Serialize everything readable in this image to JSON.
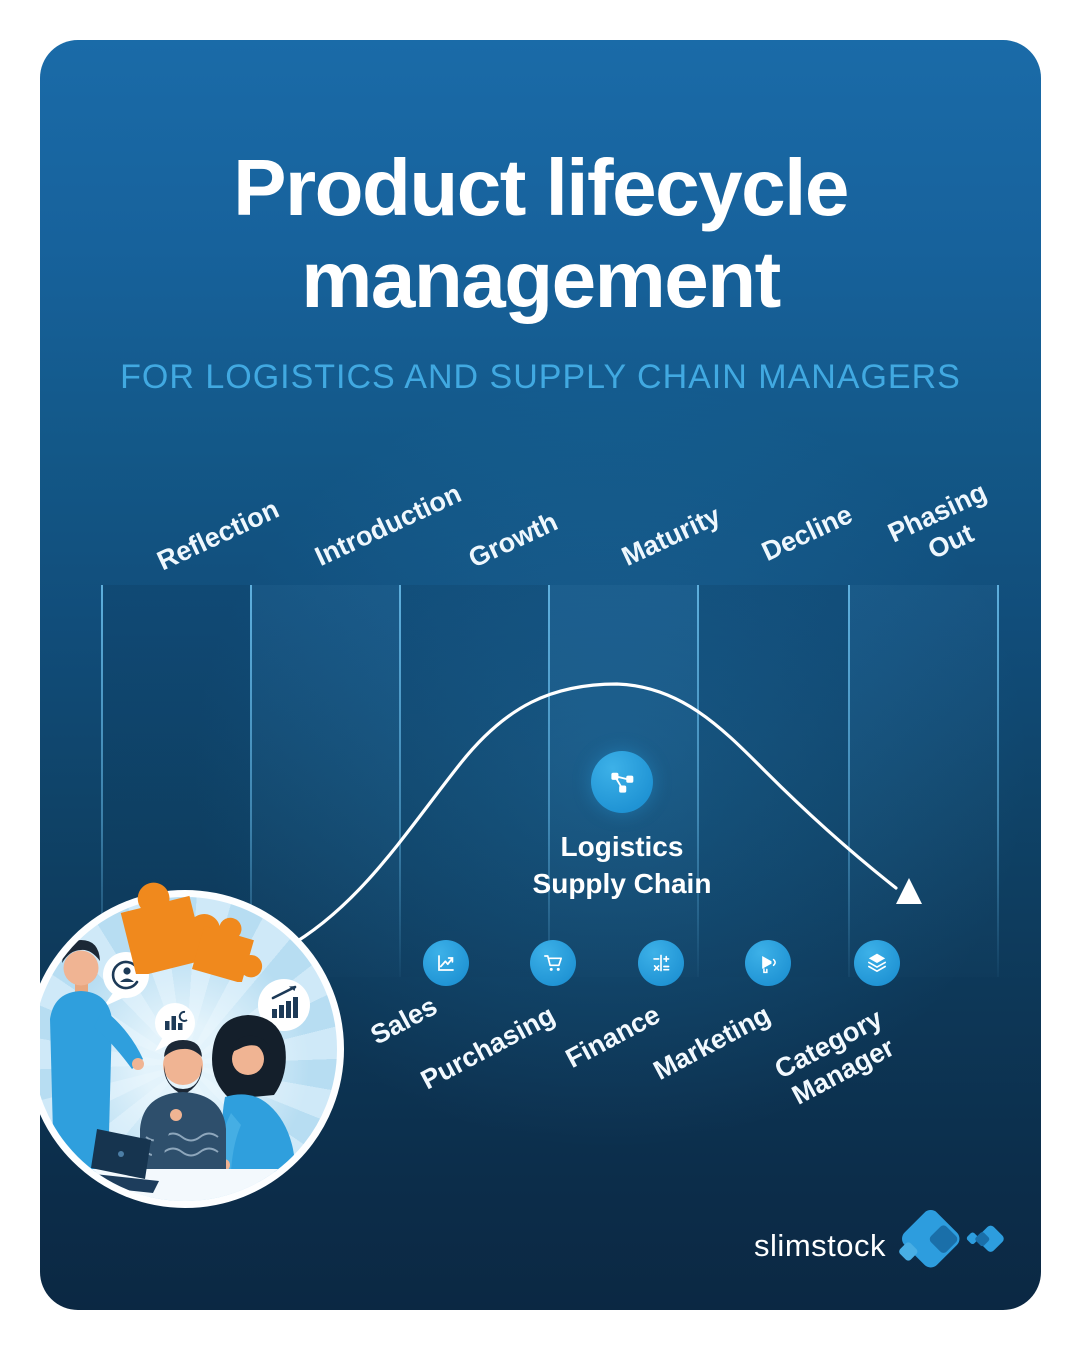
{
  "title": {
    "line1": "Product lifecycle",
    "line2": "management"
  },
  "subtitle": "FOR LOGISTICS AND SUPPLY CHAIN MANAGERS",
  "phases": [
    {
      "line1": "Reflection",
      "line2": ""
    },
    {
      "line1": "Introduction",
      "line2": ""
    },
    {
      "line1": "Growth",
      "line2": ""
    },
    {
      "line1": "Maturity",
      "line2": ""
    },
    {
      "line1": "Decline",
      "line2": ""
    },
    {
      "line1": "Phasing",
      "line2": "Out"
    }
  ],
  "curve_node": {
    "icon": "network-nodes-icon",
    "line1": "Logistics",
    "line2": "Supply Chain"
  },
  "roles": [
    {
      "icon": "line-chart-icon",
      "line1": "Sales",
      "line2": ""
    },
    {
      "icon": "shopping-cart-icon",
      "line1": "Purchasing",
      "line2": ""
    },
    {
      "icon": "calculator-icon",
      "line1": "Finance",
      "line2": ""
    },
    {
      "icon": "megaphone-icon",
      "line1": "Marketing",
      "line2": ""
    },
    {
      "icon": "layers-icon",
      "line1": "Category",
      "line2": "Manager"
    }
  ],
  "logo": {
    "wordmark": "slimstock"
  },
  "colors": {
    "card_top": "#1a6ba8",
    "card_bottom": "#0b2843",
    "accent_blue": "#2d9dde",
    "subtitle_blue": "#41a9e1",
    "column_line": "#62b4e2",
    "puzzle_orange": "#f0891d",
    "text_white": "#ffffff"
  }
}
